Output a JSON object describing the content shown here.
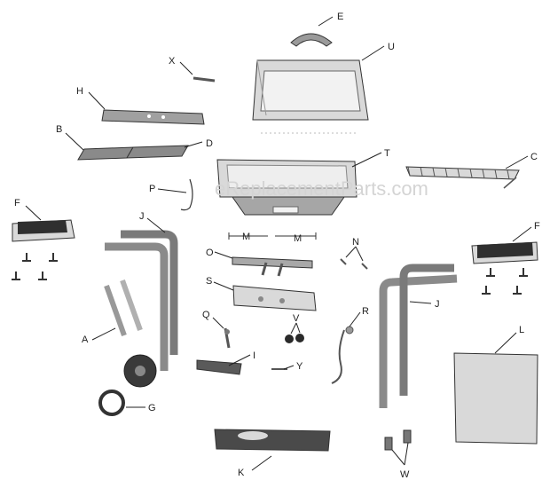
{
  "watermark": "eReplacementParts.com",
  "labels": {
    "E": "E",
    "U": "U",
    "X": "X",
    "H": "H",
    "B": "B",
    "D": "D",
    "T": "T",
    "C": "C",
    "P": "P",
    "F_left": "F",
    "F_right": "F",
    "J_left": "J",
    "J_right": "J",
    "M_left": "M",
    "M_right": "M",
    "N": "N",
    "O": "O",
    "S": "S",
    "Q": "Q",
    "V": "V",
    "R": "R",
    "L": "L",
    "A": "A",
    "I": "I",
    "Y": "Y",
    "G": "G",
    "K": "K",
    "W": "W"
  },
  "colors": {
    "ink": "#222222",
    "part_fill": "#d9d9d9",
    "dark_fill": "#3a3a3a",
    "watermark": "#d4d4d4"
  }
}
